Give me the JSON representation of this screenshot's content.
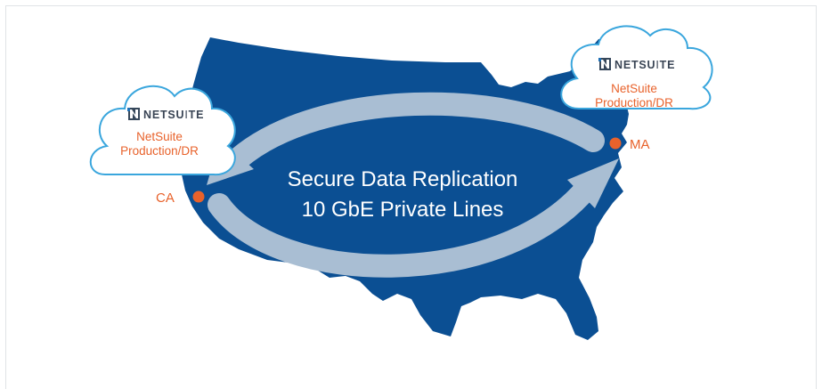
{
  "colors": {
    "map": "#0b4f93",
    "arrow": "#a9bed3",
    "cloud_stroke": "#3aa6dd",
    "accent": "#e8622b",
    "logo_dark": "#36475a",
    "logo_blue": "#1f6fb5"
  },
  "center_text": {
    "line1": "Secure Data Replication",
    "line2": "10 GbE Private Lines"
  },
  "west_site": {
    "logo_prefix": "NETSU",
    "logo_i": "I",
    "logo_suffix": "TE",
    "line1": "NetSuite",
    "line2": "Production/DR",
    "location": "CA"
  },
  "east_site": {
    "logo_prefix": "NETSU",
    "logo_i": "I",
    "logo_suffix": "TE",
    "line1": "NetSuite",
    "line2": "Production/DR",
    "location": "MA"
  }
}
